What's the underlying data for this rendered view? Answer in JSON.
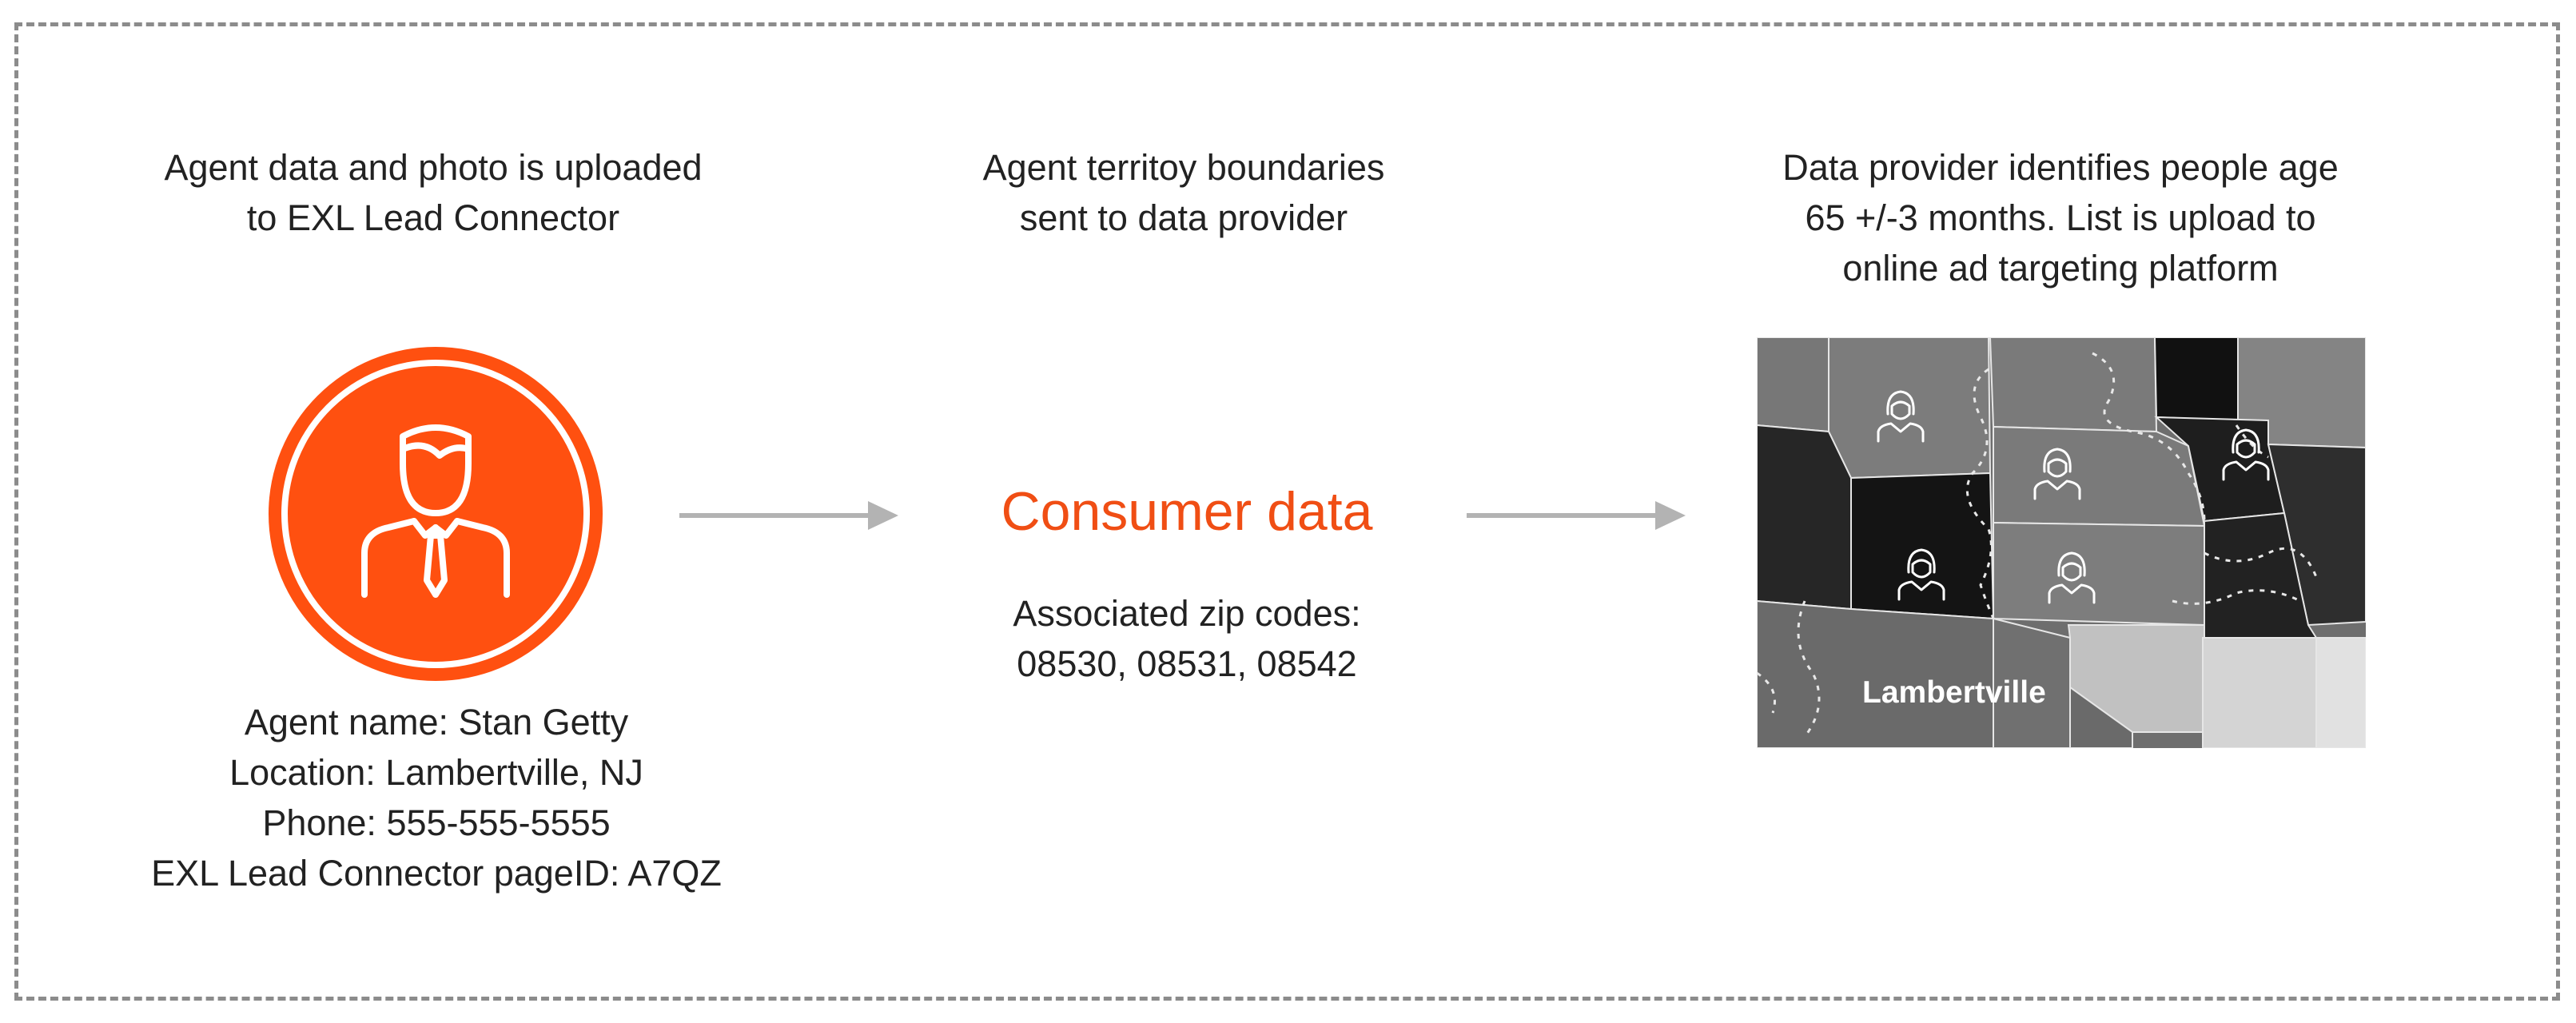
{
  "steps": [
    {
      "caption": "Agent data and photo is uploaded\nto EXL Lead Connector"
    },
    {
      "caption": "Agent territoy boundaries\nsent to data provider"
    },
    {
      "caption": "Data provider identifies people age\n65 +/-3 months. List is upload to\nonline ad targeting platform"
    }
  ],
  "agent": {
    "icon": "agent-person-with-tie-icon",
    "circle_color": "#ff5010",
    "details": [
      "Agent name: Stan Getty",
      "Location: Lambertville, NJ",
      "Phone: 555-555-5555",
      "EXL Lead Connector pageID: A7QZ"
    ]
  },
  "consumer": {
    "title": "Consumer data",
    "title_color": "#f04e14",
    "zip_label": "Associated zip codes:",
    "zip_codes": "08530, 08531, 08542"
  },
  "map": {
    "label": "Lambertville",
    "marker_icon": "woman-avatar-icon"
  },
  "colors": {
    "frame_border": "#8c8c8c",
    "arrow": "#b3b3b3"
  }
}
